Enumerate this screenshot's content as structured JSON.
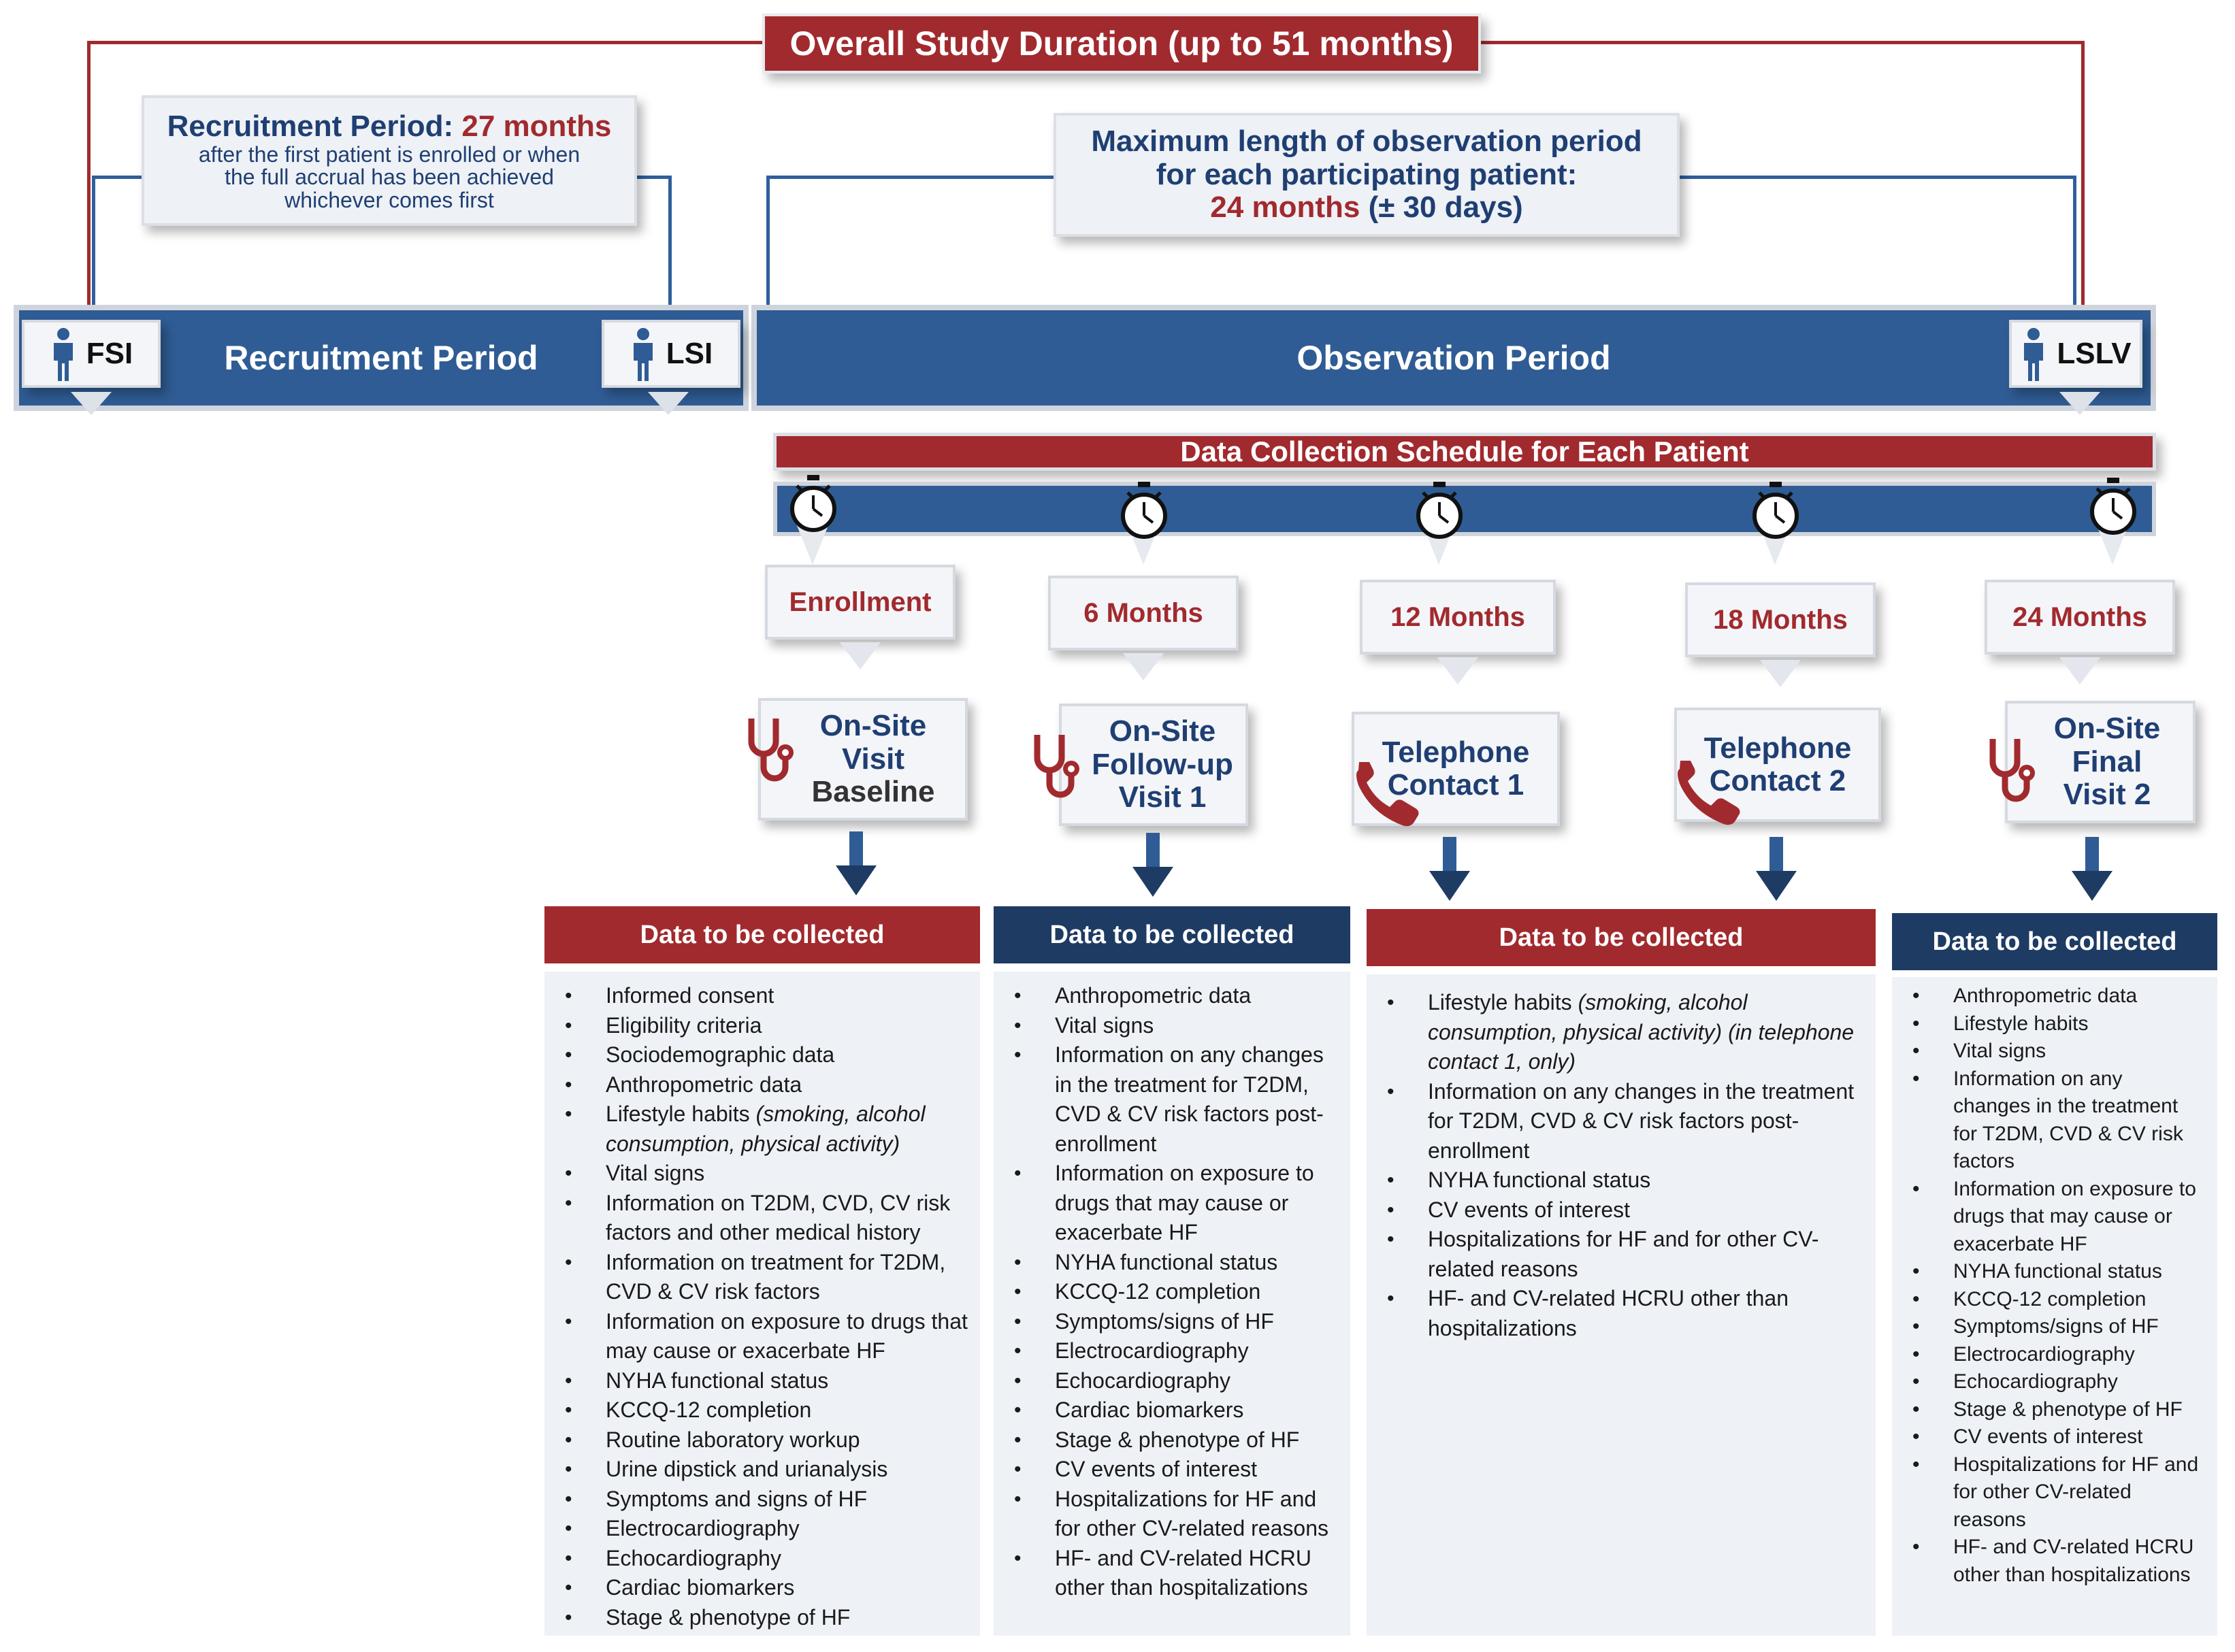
{
  "title": "Overall Study Duration (up to 51 months)",
  "recruitment_box": {
    "title_prefix": "Recruitment Period:",
    "title_value": "27 months",
    "line1": "after the first patient is enrolled or when",
    "line2": "the full accrual has been achieved",
    "line3": "whichever comes first"
  },
  "observation_box": {
    "line1": "Maximum length of observation period",
    "line2": "for each participating patient:",
    "line3_value": "24 months",
    "line3_suffix": "(± 30 days)"
  },
  "bands": {
    "recruitment": "Recruitment Period",
    "observation": "Observation Period",
    "fsi": "FSI",
    "lsi": "LSI",
    "lslv": "LSLV"
  },
  "schedule_title": "Data Collection Schedule for Each Patient",
  "months": [
    "Enrollment",
    "6  Months",
    "12 Months",
    "18 Months",
    "24 Months"
  ],
  "visits": [
    {
      "lines": [
        "On-Site",
        "Visit"
      ],
      "extra": "Baseline",
      "icon": "stethoscope-icon"
    },
    {
      "lines": [
        "On-Site",
        "Follow-up",
        "Visit 1"
      ],
      "extra": "",
      "icon": "stethoscope-icon"
    },
    {
      "lines": [
        "Telephone",
        "Contact 1"
      ],
      "extra": "",
      "icon": "phone-icon"
    },
    {
      "lines": [
        "Telephone",
        "Contact 2"
      ],
      "extra": "",
      "icon": "phone-icon"
    },
    {
      "lines": [
        "On-Site",
        "Final",
        "Visit 2"
      ],
      "extra": "",
      "icon": "stethoscope-icon"
    }
  ],
  "data_header": "Data to be collected",
  "colors": {
    "red": "#a12a2e",
    "blue": "#2f5c94",
    "navy": "#1e3b64"
  },
  "columns": [
    {
      "items": [
        "Informed consent",
        "Eligibility criteria",
        "Sociodemographic data",
        "Anthropometric data",
        {
          "text": "Lifestyle habits ",
          "italic": "(smoking, alcohol consumption, physical activity)"
        },
        "Vital signs",
        "Information on T2DM, CVD, CV risk factors and other medical history",
        "Information on treatment for T2DM, CVD & CV risk factors",
        "Information on exposure to drugs that may cause or exacerbate HF",
        "NYHA functional status",
        "KCCQ-12 completion",
        "Routine laboratory workup",
        "Urine dipstick and urianalysis",
        "Symptoms and signs of HF",
        "Electrocardiography",
        "Echocardiography",
        "Cardiac biomarkers",
        "Stage & phenotype of HF"
      ]
    },
    {
      "items": [
        "Anthropometric data",
        "Vital signs",
        "Information on any changes in the treatment for T2DM, CVD & CV risk factors post-enrollment",
        "Information on exposure to drugs that may cause or exacerbate HF",
        "NYHA functional status",
        "KCCQ-12 completion",
        "Symptoms/signs of HF",
        "Electrocardiography",
        "Echocardiography",
        "Cardiac biomarkers",
        "Stage & phenotype of HF",
        "CV events of interest",
        "Hospitalizations for HF and for other CV-related reasons",
        "HF- and CV-related HCRU other than hospitalizations"
      ]
    },
    {
      "items": [
        {
          "text": "Lifestyle habits ",
          "italic": "(smoking, alcohol consumption, physical activity) (in telephone contact 1, only)"
        },
        "Information on any changes in the treatment for T2DM, CVD & CV risk factors post-enrollment",
        "NYHA functional status",
        "CV events of interest",
        "Hospitalizations for HF and for other CV-related reasons",
        "HF- and CV-related HCRU other than hospitalizations"
      ]
    },
    {
      "items": [
        "Anthropometric data",
        "Lifestyle habits",
        "Vital signs",
        "Information on any changes in the treatment for T2DM, CVD & CV risk factors",
        "Information on exposure to drugs that may cause or exacerbate HF",
        "NYHA functional status",
        "KCCQ-12 completion",
        "Symptoms/signs of HF",
        "Electrocardiography",
        "Echocardiography",
        "Stage & phenotype of HF",
        "CV events of interest",
        "Hospitalizations for HF and for other CV-related reasons",
        "HF- and CV-related HCRU other than hospitalizations"
      ]
    }
  ]
}
